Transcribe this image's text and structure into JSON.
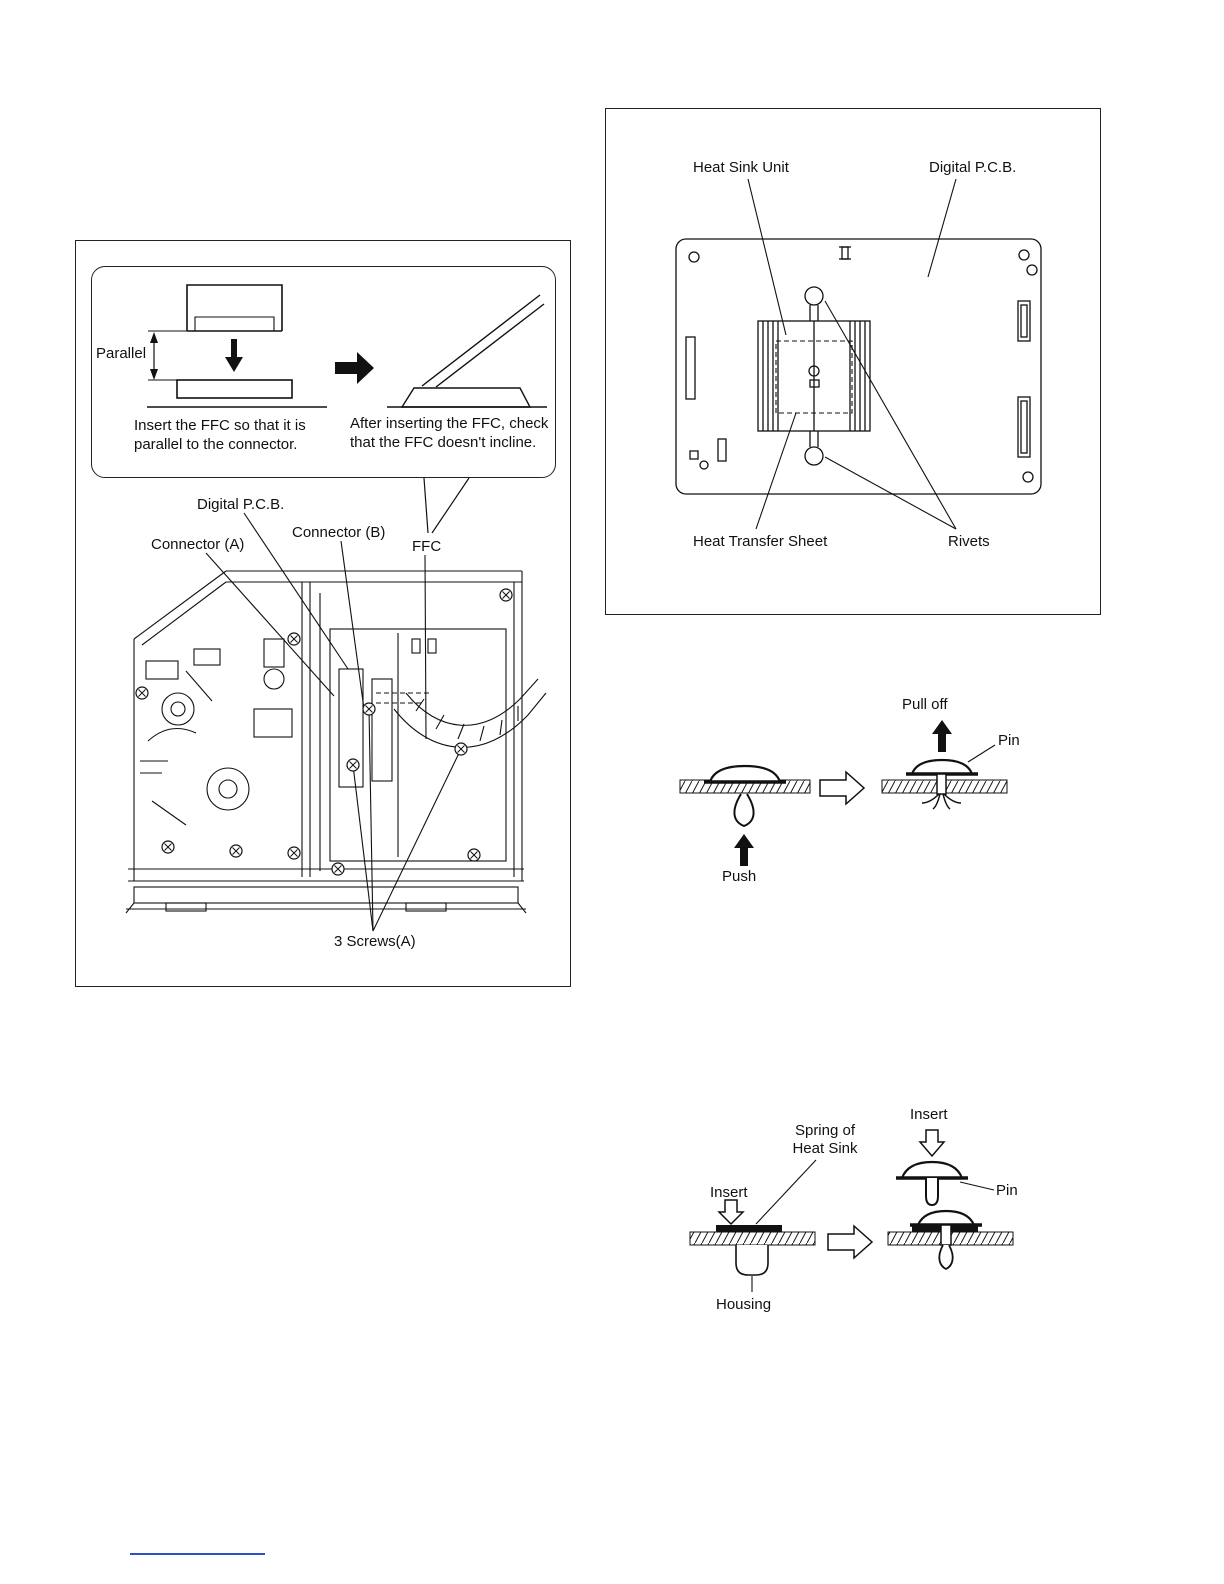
{
  "colors": {
    "line": "#111111",
    "link_underline": "#2b50c8"
  },
  "figure1": {
    "inset": {
      "parallel_label": "Parallel",
      "caption_left": "Insert the FFC so that it is parallel to the connector.",
      "caption_right": "After inserting the FFC, check that the FFC doesn't incline."
    },
    "labels": {
      "digital_pcb": "Digital P.C.B.",
      "connector_a": "Connector (A)",
      "connector_b": "Connector (B)",
      "ffc": "FFC",
      "screws": "3 Screws(A)"
    }
  },
  "figure2": {
    "labels": {
      "heat_sink_unit": "Heat Sink Unit",
      "digital_pcb": "Digital P.C.B.",
      "heat_transfer_sheet": "Heat Transfer Sheet",
      "rivets": "Rivets"
    }
  },
  "figure3": {
    "labels": {
      "pull_off": "Pull off",
      "pin": "Pin",
      "push": "Push"
    }
  },
  "figure4": {
    "labels": {
      "insert_top": "Insert",
      "spring_of_heat_sink": "Spring of Heat Sink",
      "insert_left": "Insert",
      "pin": "Pin",
      "housing": "Housing"
    }
  }
}
